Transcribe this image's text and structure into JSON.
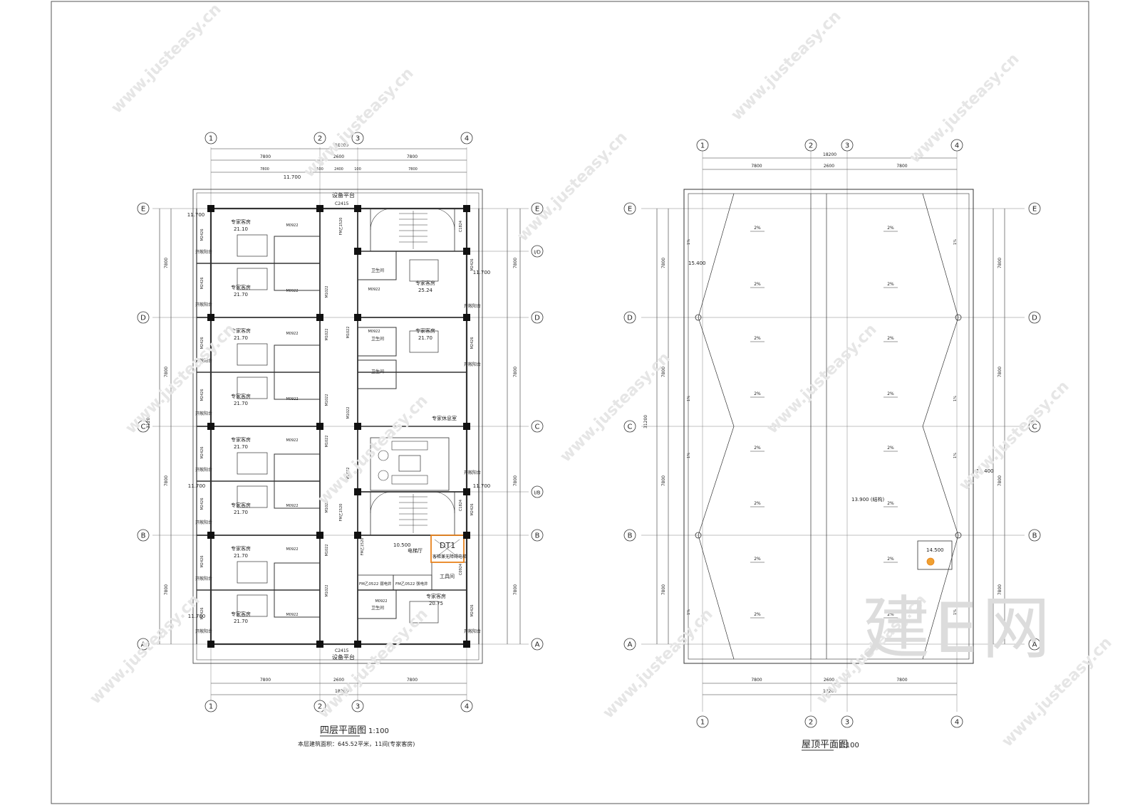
{
  "watermark": {
    "domain": "www.justeasy.cn",
    "brand": "建E网"
  },
  "grid_labels": {
    "columns": [
      "1",
      "2",
      "3",
      "4"
    ],
    "rows": [
      "E",
      "I/D",
      "D",
      "C",
      "I/B",
      "B",
      "A"
    ]
  },
  "floor_plan": {
    "title": "四层平面图",
    "scale": "1:100",
    "area_note": "本层建筑面积：645.52平米，11间(专家客房)",
    "overall_dim": "18200",
    "bay_dims": [
      "7800",
      "2600",
      "7800"
    ],
    "inner_dims": [
      "7800",
      "100",
      "2400",
      "100",
      "7800"
    ],
    "row_dims": [
      "7800",
      "7800",
      "7800",
      "7800"
    ],
    "total_row_dim": "31200",
    "levels": [
      "11.700",
      "11.700",
      "11.700",
      "11.700",
      "11.700",
      "11.700"
    ],
    "top_platform": "设备平台",
    "top_window": "C2415",
    "bottom_platform": "设备平台",
    "bottom_window": "C2415",
    "room_name": "专家客房",
    "room_areas": [
      "21.10",
      "21.70",
      "21.70",
      "21.70",
      "21.70",
      "21.70",
      "21.70",
      "21.70",
      "25.24",
      "21.70",
      "20.75"
    ],
    "balcony": "开敞阳台",
    "bath": "卫生间",
    "lounge": "专家休息室",
    "elevator_hall": "电梯厅",
    "elevator_level": "10.500",
    "elevator_note": "客梯兼无障碍电梯",
    "elevator_tag": "DT1",
    "tool_room": "工具间",
    "strong_elec": "FM乙0522 强电井",
    "weak_elec": "FM乙0522 弱电井",
    "door_tags": [
      "M0922",
      "M1022",
      "M2426",
      "C2520",
      "FM乙1520",
      "C1824",
      "C0924"
    ]
  },
  "roof_plan": {
    "title": "屋顶平面图",
    "scale": "1:100",
    "overall_dim": "18200",
    "bay_dims": [
      "7800",
      "2600",
      "7800"
    ],
    "total_row_dim": "31200",
    "row_dims": [
      "7800",
      "7800",
      "7800",
      "7800"
    ],
    "slope": "2%",
    "slope_side": "1%",
    "levels": {
      "parapet_left": "15.400",
      "parapet_right": "15.400",
      "roof": "13.900 (结构)",
      "stair_roof": "14.500"
    }
  }
}
